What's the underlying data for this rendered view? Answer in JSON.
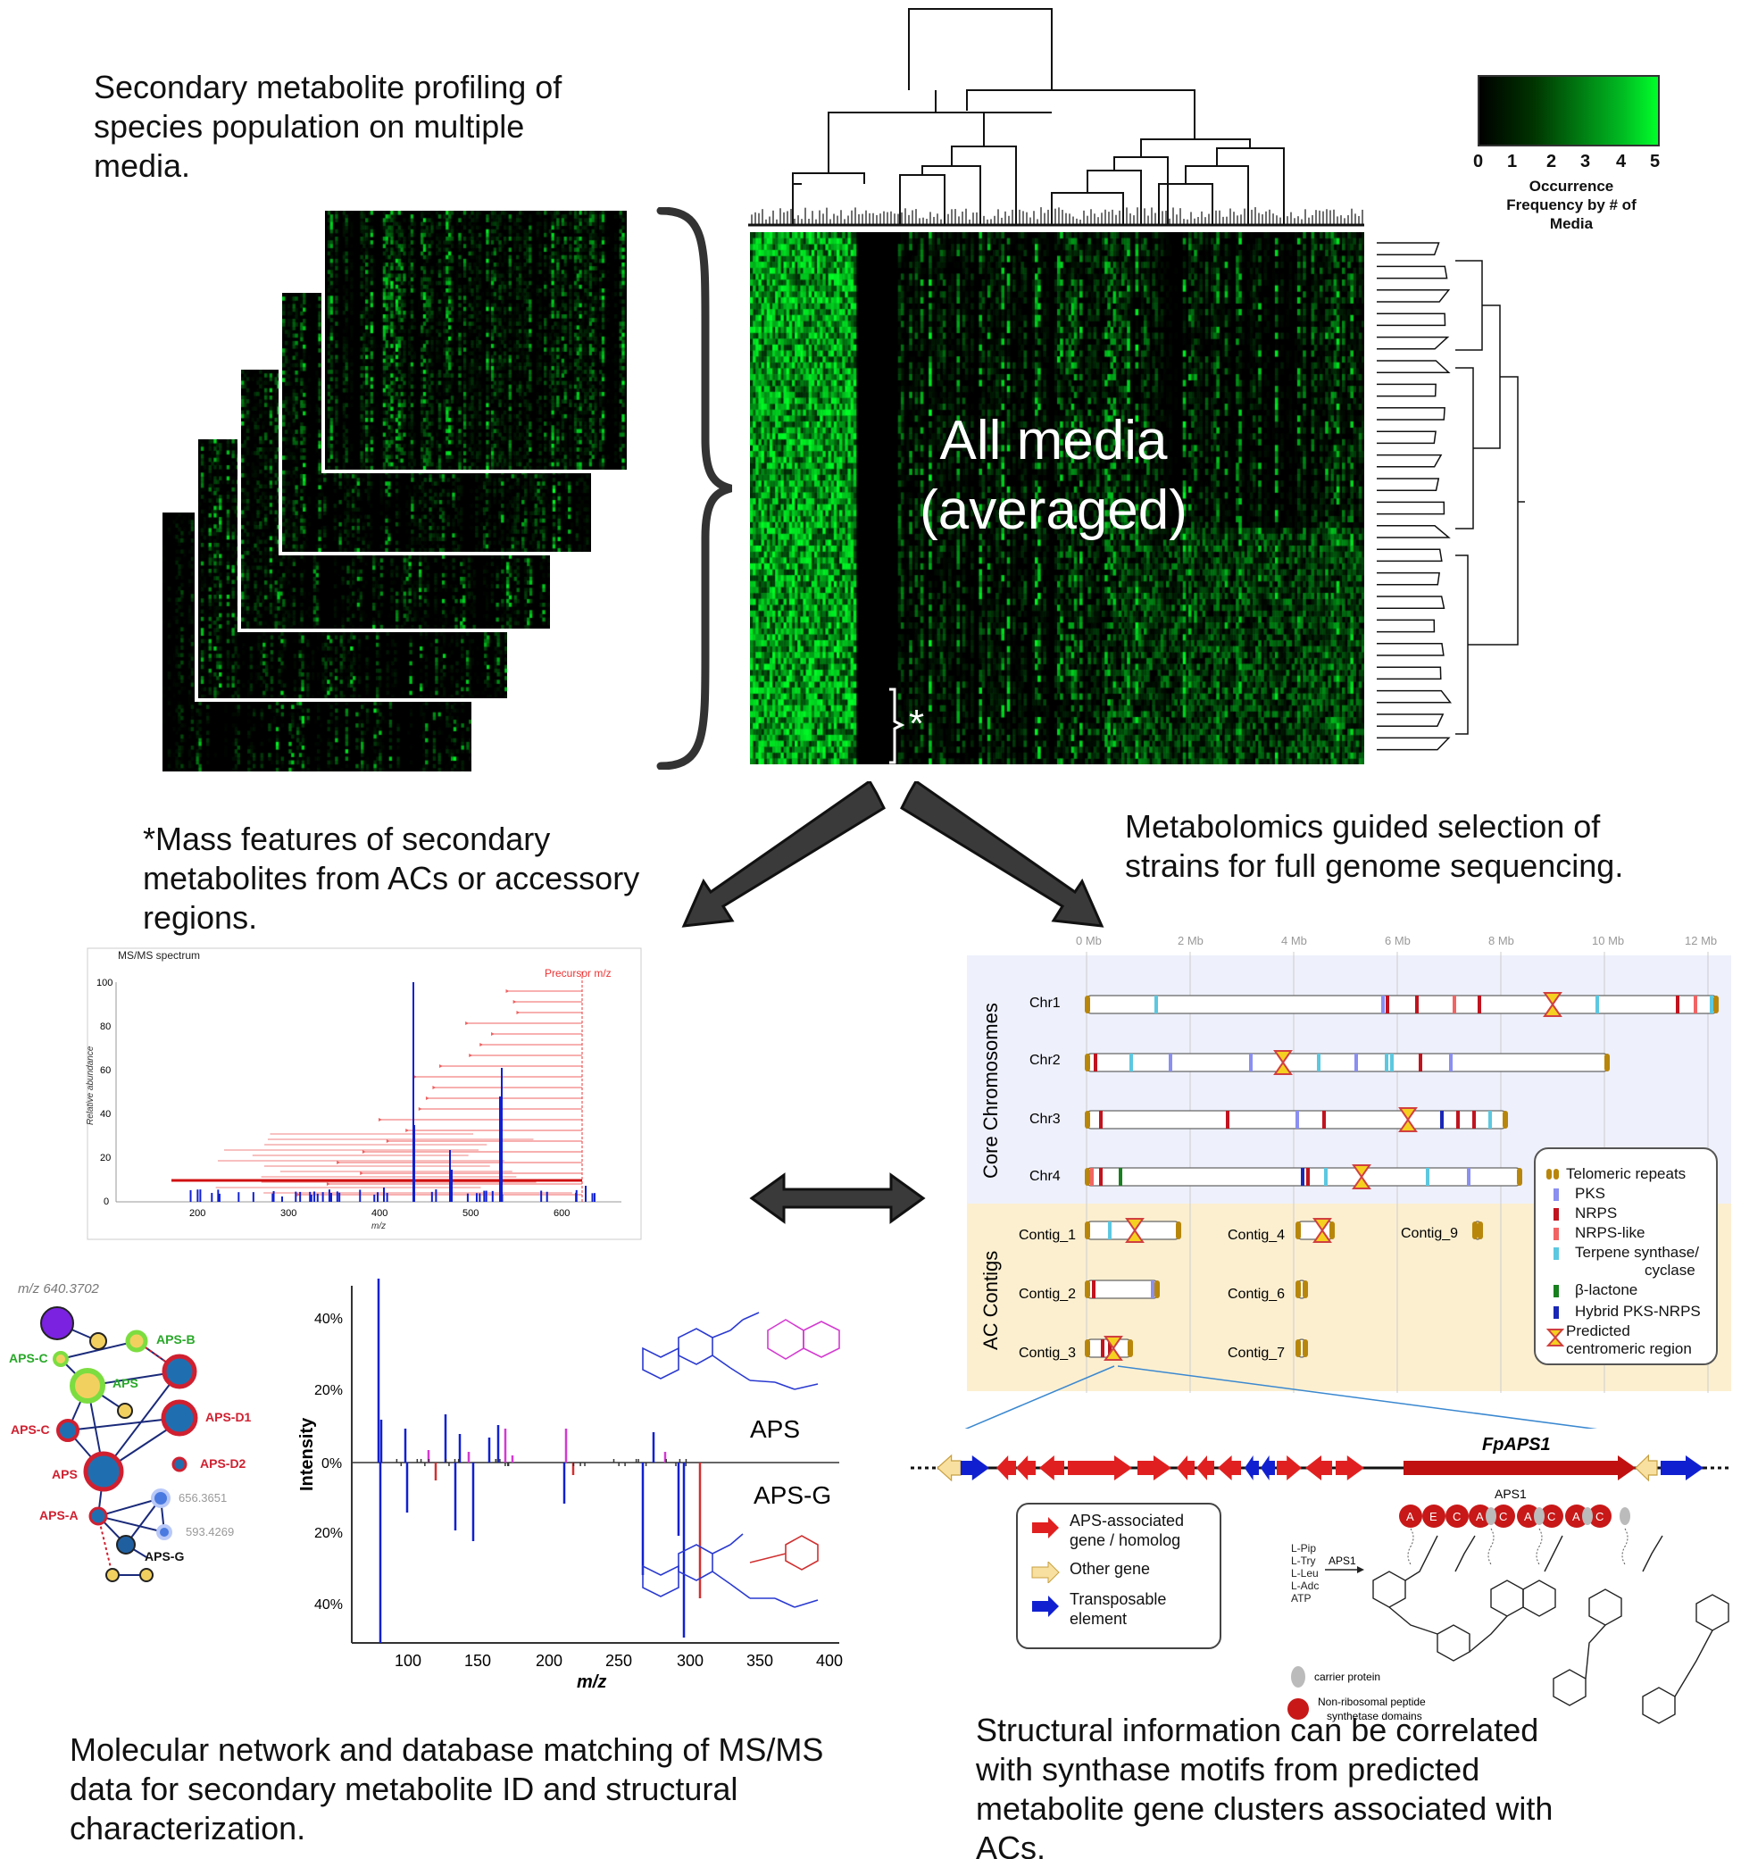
{
  "captions": {
    "profiling": "Secondary metabolite profiling of\nspecies population on multiple\nmedia.",
    "mass_features": "*Mass features of secondary\nmetabolites from ACs or accessory\nregions.",
    "metabolomics": "Metabolomics guided selection of\nstrains for full genome sequencing.",
    "network": "Molecular network and database matching of MS/MS\ndata for secondary metabolite ID and structural\ncharacterization.",
    "structural": "Structural information can be correlated\nwith synthase motifs from predicted\nmetabolite gene clusters associated with\nACs."
  },
  "heatmap": {
    "overlay_line1": "All media",
    "overlay_line2": "(averaged)",
    "asterisk": "*",
    "colorbar_ticks": [
      "0",
      "1",
      "2",
      "3",
      "4",
      "5"
    ],
    "colorbar_label": [
      "Occurrence",
      "Frequency by # of",
      "Media"
    ],
    "color_low": "#000000",
    "color_high": "#00ff2a"
  },
  "msms": {
    "title": "MS/MS spectrum",
    "precursor_label": "Precursor m/z",
    "ylabel": "Relative abundance",
    "xlabel": "m/z",
    "y_ticks": [
      "100",
      "80",
      "60",
      "40",
      "20",
      "0"
    ],
    "x_ticks": [
      "200",
      "300",
      "400",
      "500",
      "600"
    ]
  },
  "network": {
    "mz_label": "m/z 640.3702",
    "nodes": [
      "APS-B",
      "APS-C",
      "APS",
      "APS-D1",
      "APS-C",
      "APS-D2",
      "APS",
      "APS-A",
      "APS-G"
    ],
    "masses": [
      "656.3651",
      "593.4269"
    ]
  },
  "mirror": {
    "ylabel": "Intensity",
    "xlabel": "m/z",
    "y_ticks": [
      "40%",
      "20%",
      "0%",
      "20%",
      "40%"
    ],
    "x_ticks": [
      "100",
      "150",
      "200",
      "250",
      "300",
      "350",
      "400"
    ],
    "top_label": "APS",
    "bottom_label": "APS-G"
  },
  "genome": {
    "scale": [
      "0 Mb",
      "2 Mb",
      "4 Mb",
      "6 Mb",
      "8 Mb",
      "10 Mb",
      "12 Mb"
    ],
    "core_label": "Core Chromosomes",
    "ac_label": "AC Contigs",
    "chromosomes": [
      "Chr1",
      "Chr2",
      "Chr3",
      "Chr4"
    ],
    "contigs": [
      "Contig_1",
      "Contig_2",
      "Contig_3",
      "Contig_4",
      "Contig_6",
      "Contig_7",
      "Contig_9"
    ],
    "legend": [
      "Telomeric repeats",
      "PKS",
      "NRPS",
      "NRPS-like",
      "Terpene synthase/",
      "cyclase",
      "β-lactone",
      "Hybrid PKS-NRPS",
      "Predicted",
      "centromeric region"
    ],
    "colors": {
      "core_bg": "#eef0fb",
      "ac_bg": "#fcefd0",
      "pks": "#8a8ff0",
      "nrps": "#c0141f",
      "nrps_like": "#f26464",
      "terpene": "#5cc8e0",
      "lactone": "#18801f",
      "hybrid": "#1a28b5",
      "telomere": "#b8860b"
    }
  },
  "cluster": {
    "gene_label": "FpAPS1",
    "legend": [
      "APS-associated",
      "gene / homolog",
      "Other gene",
      "Transposable",
      "element"
    ],
    "enzyme": "APS1",
    "domains": [
      "A",
      "E",
      "C",
      "A",
      "C",
      "A",
      "C",
      "A",
      "C"
    ],
    "substrates": [
      "L-Pip",
      "L-Try",
      "L-Leu",
      "L-Adc",
      "ATP"
    ],
    "arrow_label": "APS1",
    "carrier": "carrier protein",
    "nrps_domains": [
      "Non-ribosomal peptide",
      "synthetase domains"
    ]
  }
}
